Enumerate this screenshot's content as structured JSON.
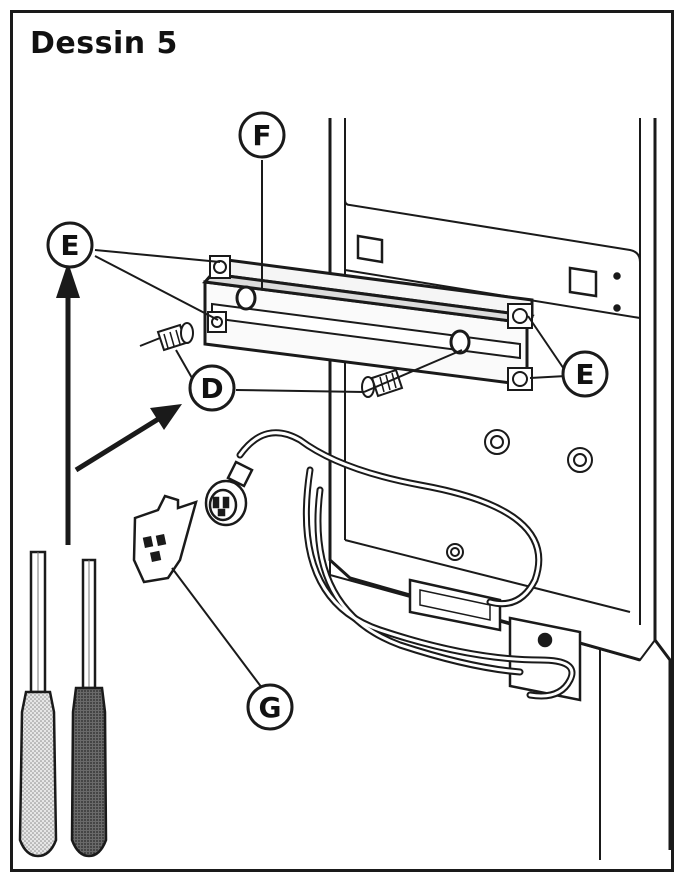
{
  "title": "Dessin 5",
  "callouts": {
    "f": "F",
    "e_left": "E",
    "e_right": "E",
    "d": "D",
    "g": "G"
  },
  "colors": {
    "line": "#1a1a1a",
    "shade": "#9a9a9a",
    "light_shade": "#d6d6d6"
  }
}
